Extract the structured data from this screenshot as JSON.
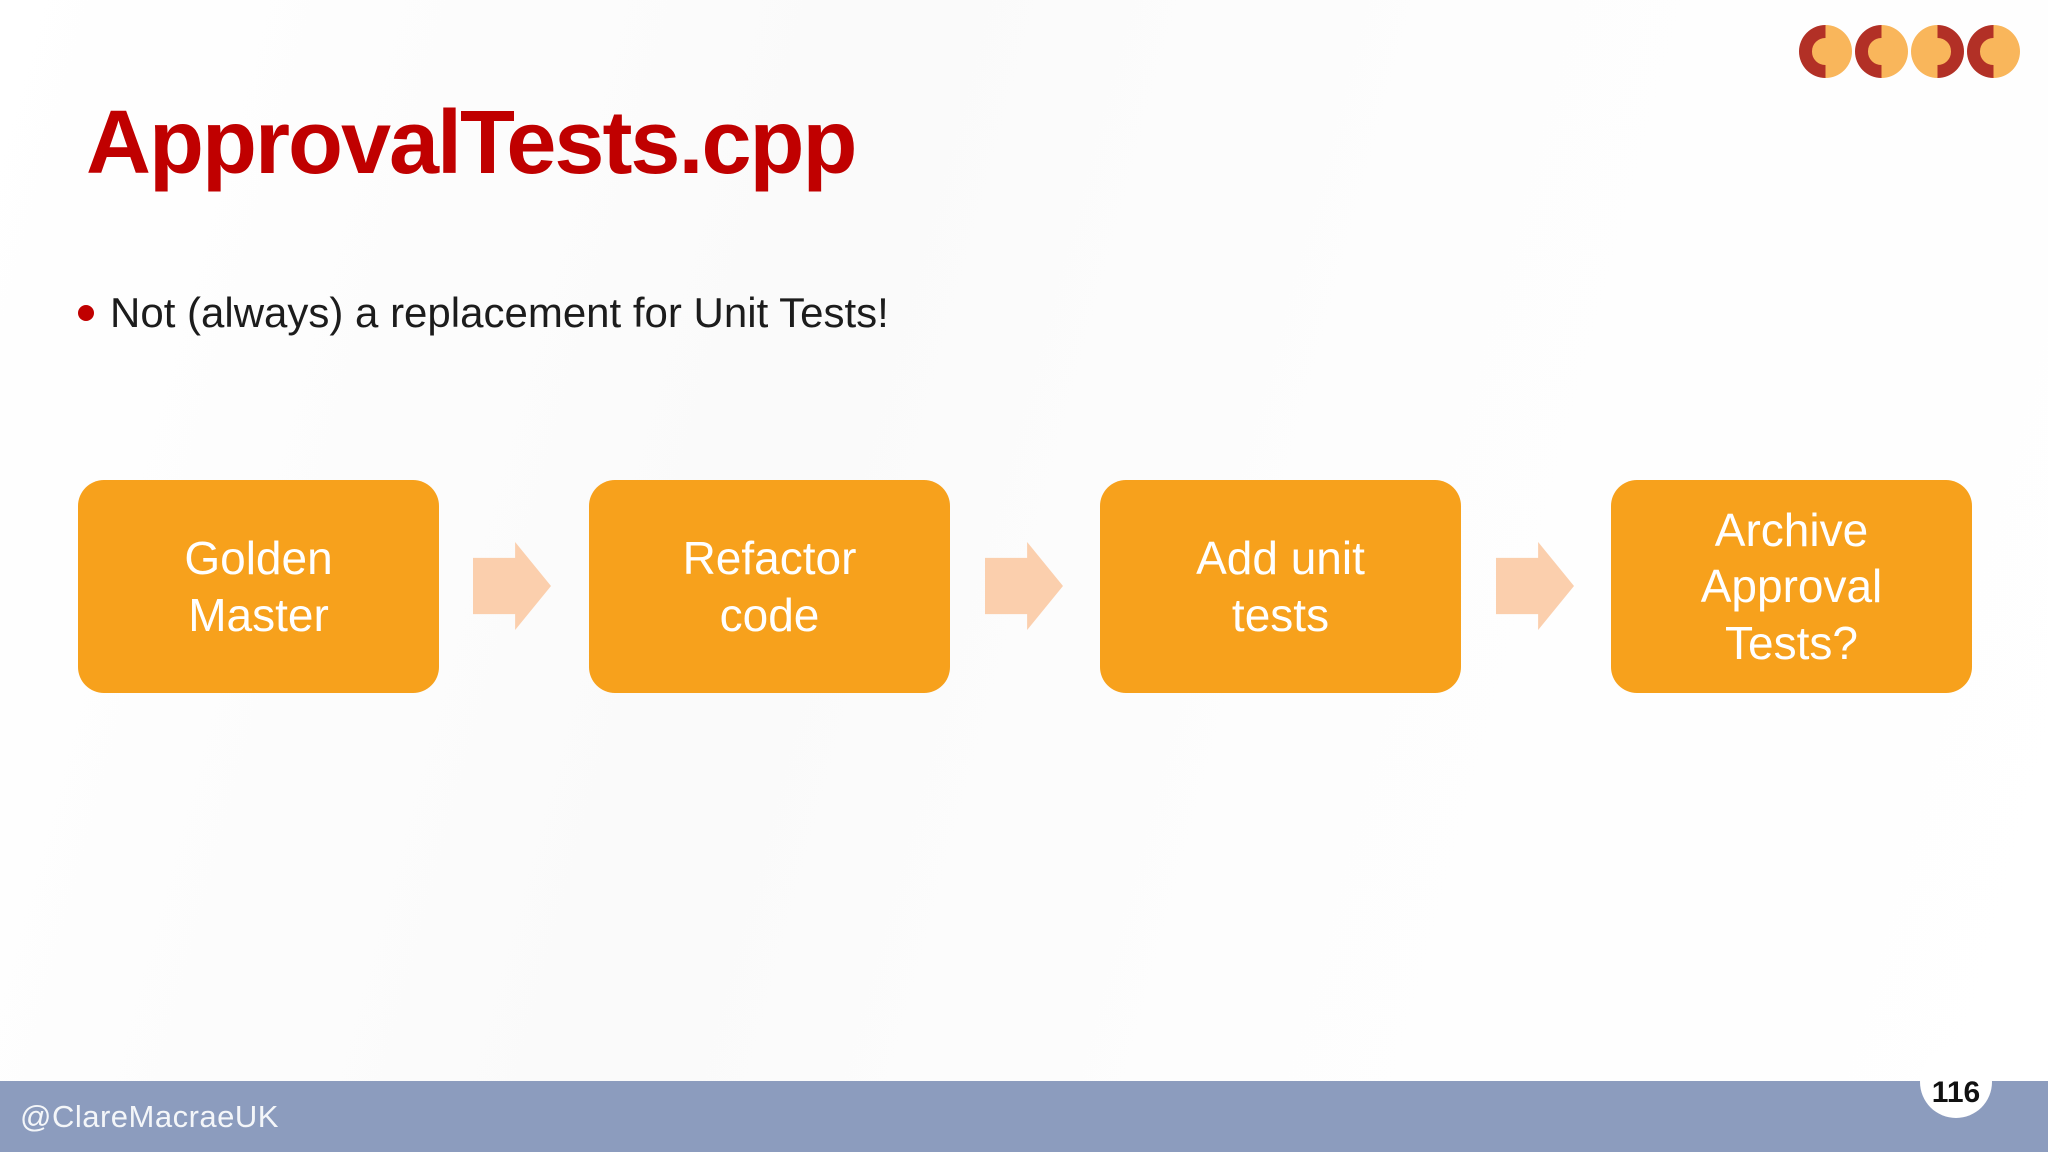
{
  "title": "ApprovalTests.cpp",
  "bullet": "Not (always) a replacement for Unit Tests!",
  "flow": {
    "steps": [
      {
        "label": "Golden Master"
      },
      {
        "label": "Refactor code"
      },
      {
        "label": "Add unit tests"
      },
      {
        "label": "Archive Approval Tests?"
      }
    ],
    "arrow_icon": "right-block-arrow"
  },
  "footer": {
    "handle": "@ClareMacraeUK",
    "page_number": "116"
  },
  "logo": {
    "icon": "four-half-circle-logo",
    "circle_orientations": [
      "red-left",
      "red-left",
      "red-right",
      "red-left"
    ]
  },
  "colors": {
    "title_red": "#C00000",
    "bullet_dot_red": "#C00000",
    "text_dark": "#1C1C1C",
    "box_orange": "#F7A11C",
    "arrow_peach": "#FBCFAD",
    "footer_blue": "#8C9CBE",
    "logo_red": "#B23026",
    "logo_orange": "#F9B65B",
    "page_number_black": "#111111"
  }
}
